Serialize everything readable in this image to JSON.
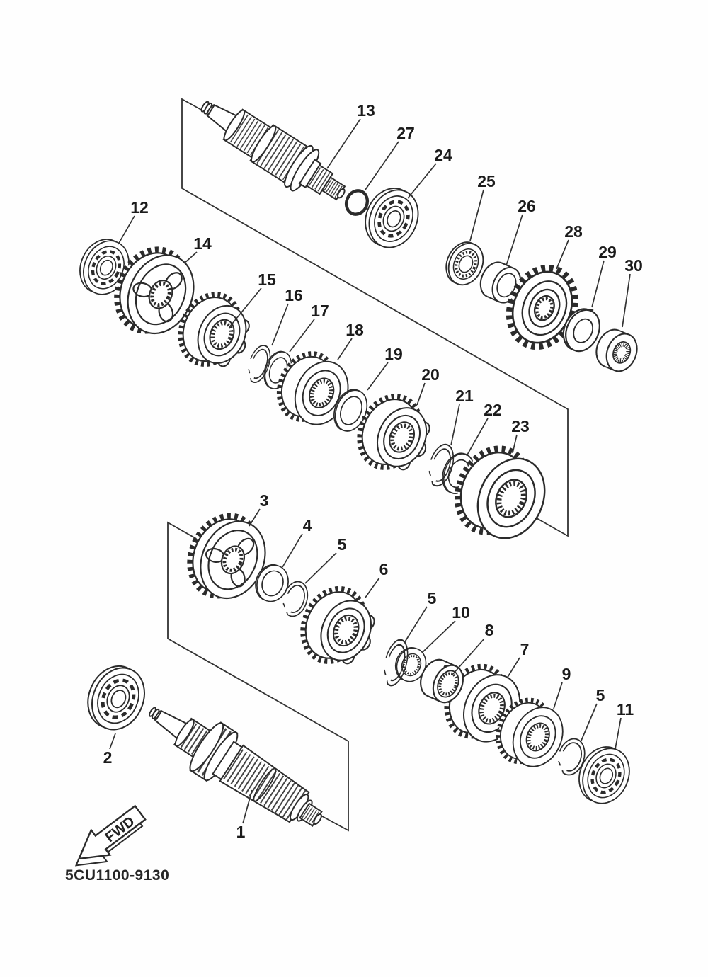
{
  "diagram": {
    "part_code": "5CU1100-9130",
    "fwd_label": "FWD",
    "callouts": [
      {
        "label": "13"
      },
      {
        "label": "27"
      },
      {
        "label": "24"
      },
      {
        "label": "25"
      },
      {
        "label": "26"
      },
      {
        "label": "28"
      },
      {
        "label": "29"
      },
      {
        "label": "30"
      },
      {
        "label": "12"
      },
      {
        "label": "14"
      },
      {
        "label": "15"
      },
      {
        "label": "16"
      },
      {
        "label": "17"
      },
      {
        "label": "18"
      },
      {
        "label": "19"
      },
      {
        "label": "20"
      },
      {
        "label": "21"
      },
      {
        "label": "22"
      },
      {
        "label": "23"
      },
      {
        "label": "3"
      },
      {
        "label": "4"
      },
      {
        "label": "5"
      },
      {
        "label": "6"
      },
      {
        "label": "5"
      },
      {
        "label": "10"
      },
      {
        "label": "8"
      },
      {
        "label": "7"
      },
      {
        "label": "9"
      },
      {
        "label": "5"
      },
      {
        "label": "11"
      },
      {
        "label": "2"
      },
      {
        "label": "1"
      }
    ]
  }
}
